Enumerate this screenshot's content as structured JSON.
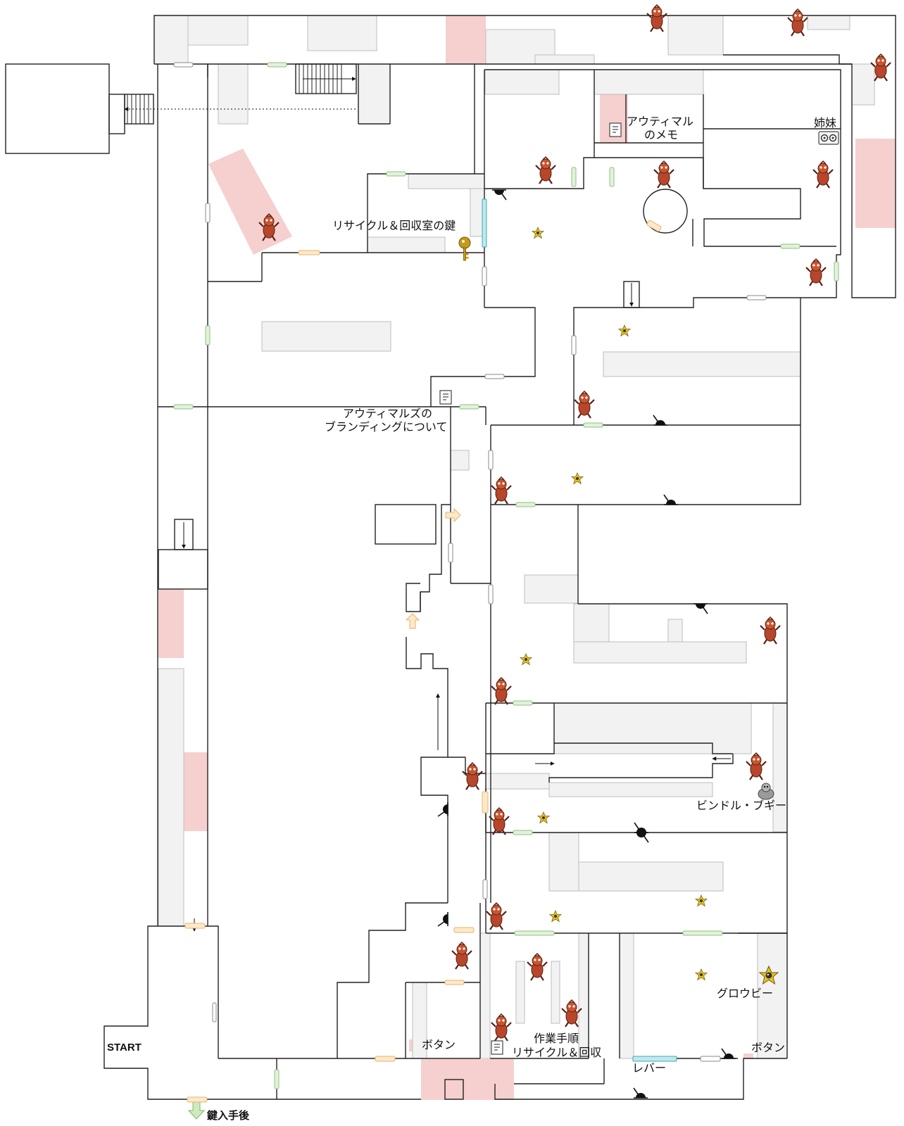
{
  "labels": {
    "start": "START",
    "key_recycle": "リサイクル＆回収室の鍵",
    "memo_line1": "アウティマル",
    "memo_line2": "のメモ",
    "sisters": "姉妹",
    "branding_line1": "アウティマルズの",
    "branding_line2": "ブランディングについて",
    "bindle_boogie": "ビンドル・ブギー",
    "groovy": "グロウビー",
    "button_left": "ボタン",
    "button_right": "ボタン",
    "manual_line1": "作業手順",
    "manual_line2": "リサイクル＆回収",
    "lever": "レバー",
    "after_key": "鍵入手後"
  },
  "icons": {
    "enemy": "outimal-enemy-icon",
    "star": "star-collectible-icon",
    "camera": "security-camera-icon",
    "note": "note-document-icon",
    "key": "key-icon",
    "bindle": "bindle-boogie-icon",
    "groovy": "groovy-star-icon",
    "sisters": "sisters-device-icon"
  },
  "colors": {
    "wall": "#222222",
    "pink_zone": "#f6cfcf",
    "gray_block": "#f2f2f2",
    "door_green": "#e3f1dc",
    "door_yellow": "#fde9c9",
    "door_cyan": "#bfe9ee",
    "enemy_body": "#b8462a",
    "star": "#e7c21b"
  }
}
